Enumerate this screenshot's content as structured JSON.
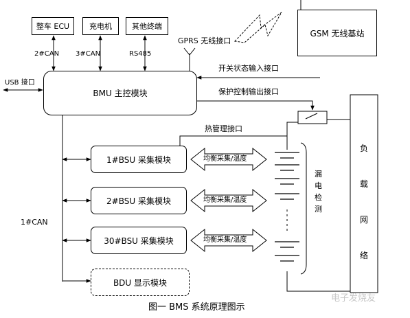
{
  "diagram": {
    "top_boxes": [
      "整车 ECU",
      "充电机",
      "其他终端"
    ],
    "bus_labels": [
      "2#CAN",
      "3#CAN",
      "RS485"
    ],
    "gprs_label": "GPRS 无线接口",
    "gsm_label": "GSM 无线基站",
    "usb_label": "USB 接口",
    "bmu_label": "BMU 主控模块",
    "switch_input_label": "开关状态输入接口",
    "protect_output_label": "保护控制输出接口",
    "thermal_label": "热管理接口",
    "bsu_modules": [
      "1#BSU 采集模块",
      "2#BSU 采集模块",
      "30#BSU 采集模块"
    ],
    "balance_label": "均衡采集/温度",
    "bdu_label": "BDU 显示模块",
    "can1_label": "1#CAN",
    "leakage_chars": [
      "漏",
      "电",
      "检",
      "测"
    ],
    "load_chars": [
      "负",
      "载",
      "网",
      "络"
    ],
    "caption": "图一 BMS 系统原理图示",
    "watermark": "电子发烧友"
  }
}
